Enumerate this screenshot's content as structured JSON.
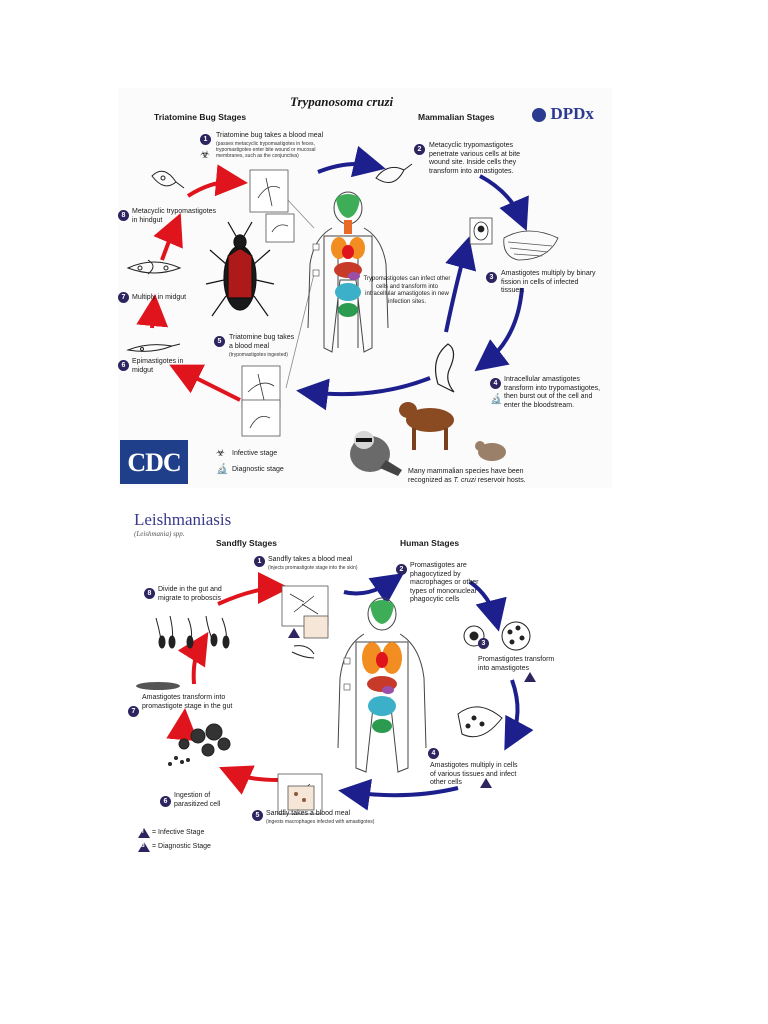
{
  "trypanosoma": {
    "title": "Trypanosoma cruzi",
    "left_heading": "Triatomine Bug Stages",
    "right_heading": "Mammalian Stages",
    "dpdx_brand": "DPDx",
    "cdc_logo": "CDC",
    "steps": [
      {
        "n": "1",
        "text": "Triatomine bug takes a blood meal",
        "sub": "(passes metacyclic trypomastigotes in feces, trypomastigotes enter bite wound or mucosal membranes, such as the conjunctiva)"
      },
      {
        "n": "2",
        "text": "Metacyclic trypomastigotes penetrate various cells at bite wound site.  Inside cells they transform into amastigotes."
      },
      {
        "n": "3",
        "text": "Amastigotes multiply by binary fission in cells of infected tissues."
      },
      {
        "n": "4",
        "text": "Intracellular amastigotes transform into trypomastigotes, then burst out of the cell and enter the bloodstream."
      },
      {
        "n": "5",
        "text": "Triatomine bug takes a blood meal",
        "sub": "(trypomastigotes ingested)"
      },
      {
        "n": "6",
        "text": "Epimastigotes in midgut"
      },
      {
        "n": "7",
        "text": "Multiply in midgut"
      },
      {
        "n": "8",
        "text": "Metacyclic trypomastigotes in hindgut"
      }
    ],
    "center_note": "Trypomastigotes can infect other cells and transform into intracellular amastigotes in new infection sites.",
    "legend": {
      "infective": "Infective stage",
      "diagnostic": "Diagnostic stage"
    },
    "reservoir_note_pre": "Many mammalian species have been recognized as ",
    "reservoir_note_italic": "T. cruzi",
    "reservoir_note_post": " reservoir hosts."
  },
  "leishmaniasis": {
    "title": "Leishmaniasis",
    "genus": "(Leishmania) spp.",
    "left_heading": "Sandfly Stages",
    "right_heading": "Human Stages",
    "steps": [
      {
        "n": "1",
        "text": "Sandfly takes a blood meal",
        "sub": "(injects promastigote stage into the skin)"
      },
      {
        "n": "2",
        "text": "Promastigotes are phagocytized by macrophages or other types of mononuclear phagocytic cells"
      },
      {
        "n": "3",
        "text": "Promastigotes transform into amastigotes"
      },
      {
        "n": "4",
        "text": "Amastigotes multiply in cells of various tissues and infect other cells"
      },
      {
        "n": "5",
        "text": "Sandfly takes a blood meal",
        "sub": "(ingests macrophages infected with amastigotes)"
      },
      {
        "n": "6",
        "text": "Ingestion of parasitized cell"
      },
      {
        "n": "7",
        "text": "Amastigotes transform into promastigote stage in the gut"
      },
      {
        "n": "8",
        "text": "Divide in the gut and migrate to proboscis"
      }
    ],
    "legend": {
      "infective_mark": "i",
      "infective": "= Infective Stage",
      "diagnostic_mark": "d",
      "diagnostic": "= Diagnostic Stage"
    }
  },
  "colors": {
    "arrow_red": "#e0141c",
    "arrow_blue": "#1c1f8c",
    "badge": "#2c2560",
    "cdc_blue": "#1f3f8a"
  },
  "icons": [
    "biohazard-icon",
    "microscope-icon",
    "dpdx-logo-icon",
    "human-anatomy-figure",
    "triatomine-bug-illustration",
    "sandfly-illustration",
    "raccoon-illustration",
    "dog-illustration",
    "rodent-illustration"
  ]
}
